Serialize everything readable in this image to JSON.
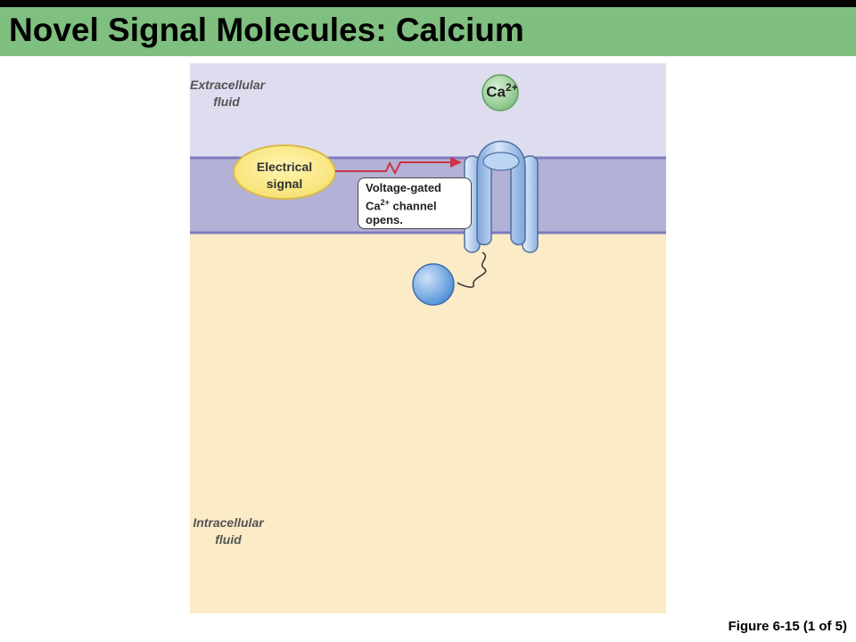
{
  "header": {
    "title": "Novel Signal Molecules: Calcium"
  },
  "diagram": {
    "extracellular_label": [
      "Extracellular",
      "fluid"
    ],
    "intracellular_label": [
      "Intracellular",
      "fluid"
    ],
    "ion": {
      "base": "Ca",
      "charge": "2+"
    },
    "signal_label": [
      "Electrical",
      "signal"
    ],
    "callout": {
      "line1": "Voltage-gated",
      "line2_base": "Ca",
      "line2_charge": "2+",
      "line2_rest": " channel",
      "line3": "opens."
    }
  },
  "footer": {
    "figure_label": "Figure 6-15 (1 of 5)"
  },
  "colors": {
    "title_band": "#7fbf7f",
    "extracellular": "#dedcef",
    "membrane": "#b3b1d6",
    "membrane_edge": "#7f7cc0",
    "intracellular": "#fbebc6",
    "signal_ellipse": "#fbeb7f",
    "arrow": "#cc3344",
    "channel": "#9fc1ea",
    "ion": "#9fd29f"
  }
}
